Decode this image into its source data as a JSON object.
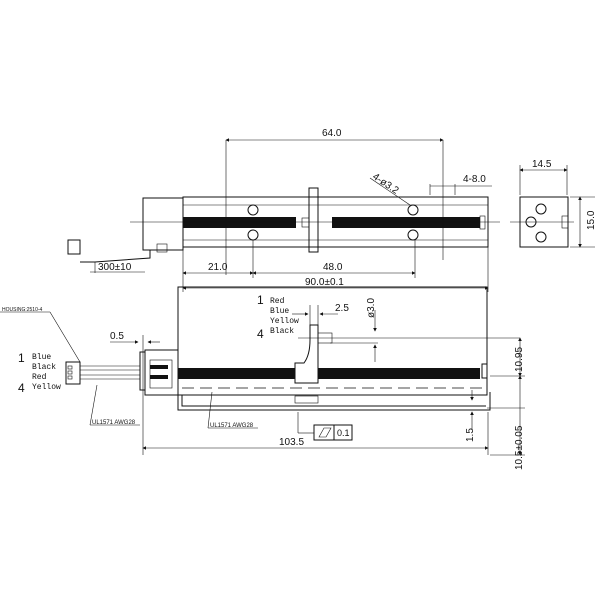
{
  "top_view": {
    "dim_64": "64.0",
    "dim_21": "21.0",
    "dim_48": "48.0",
    "dim_90": "90.0±0.1",
    "dim_300": "300±10",
    "holes": "4-ø3.2",
    "slots": "4-8.0"
  },
  "end_view": {
    "dim_width": "14.5",
    "dim_height": "15.0"
  },
  "side_view": {
    "housing": "HOUSING:2510-4",
    "dim_05": "0.5",
    "dim_25": "2.5",
    "dim_dia3": "ø3.0",
    "dim_1095": "10.95",
    "dim_15": "1.5",
    "dim_105": "10.5±0.05",
    "dim_1035": "103.5",
    "dim_90": "90.0±0.1",
    "flatness_value": "0.1",
    "cable_left": "UL1571 AWG28",
    "cable_right": "UL1571 AWG28",
    "connector_pins": {
      "first": "1",
      "last": "4",
      "wires": [
        "Blue",
        "Black",
        "Red",
        "Yellow"
      ]
    },
    "motor_pins": {
      "first": "1",
      "last": "4",
      "wires": [
        "Red",
        "Blue",
        "Yellow",
        "Black"
      ]
    }
  }
}
